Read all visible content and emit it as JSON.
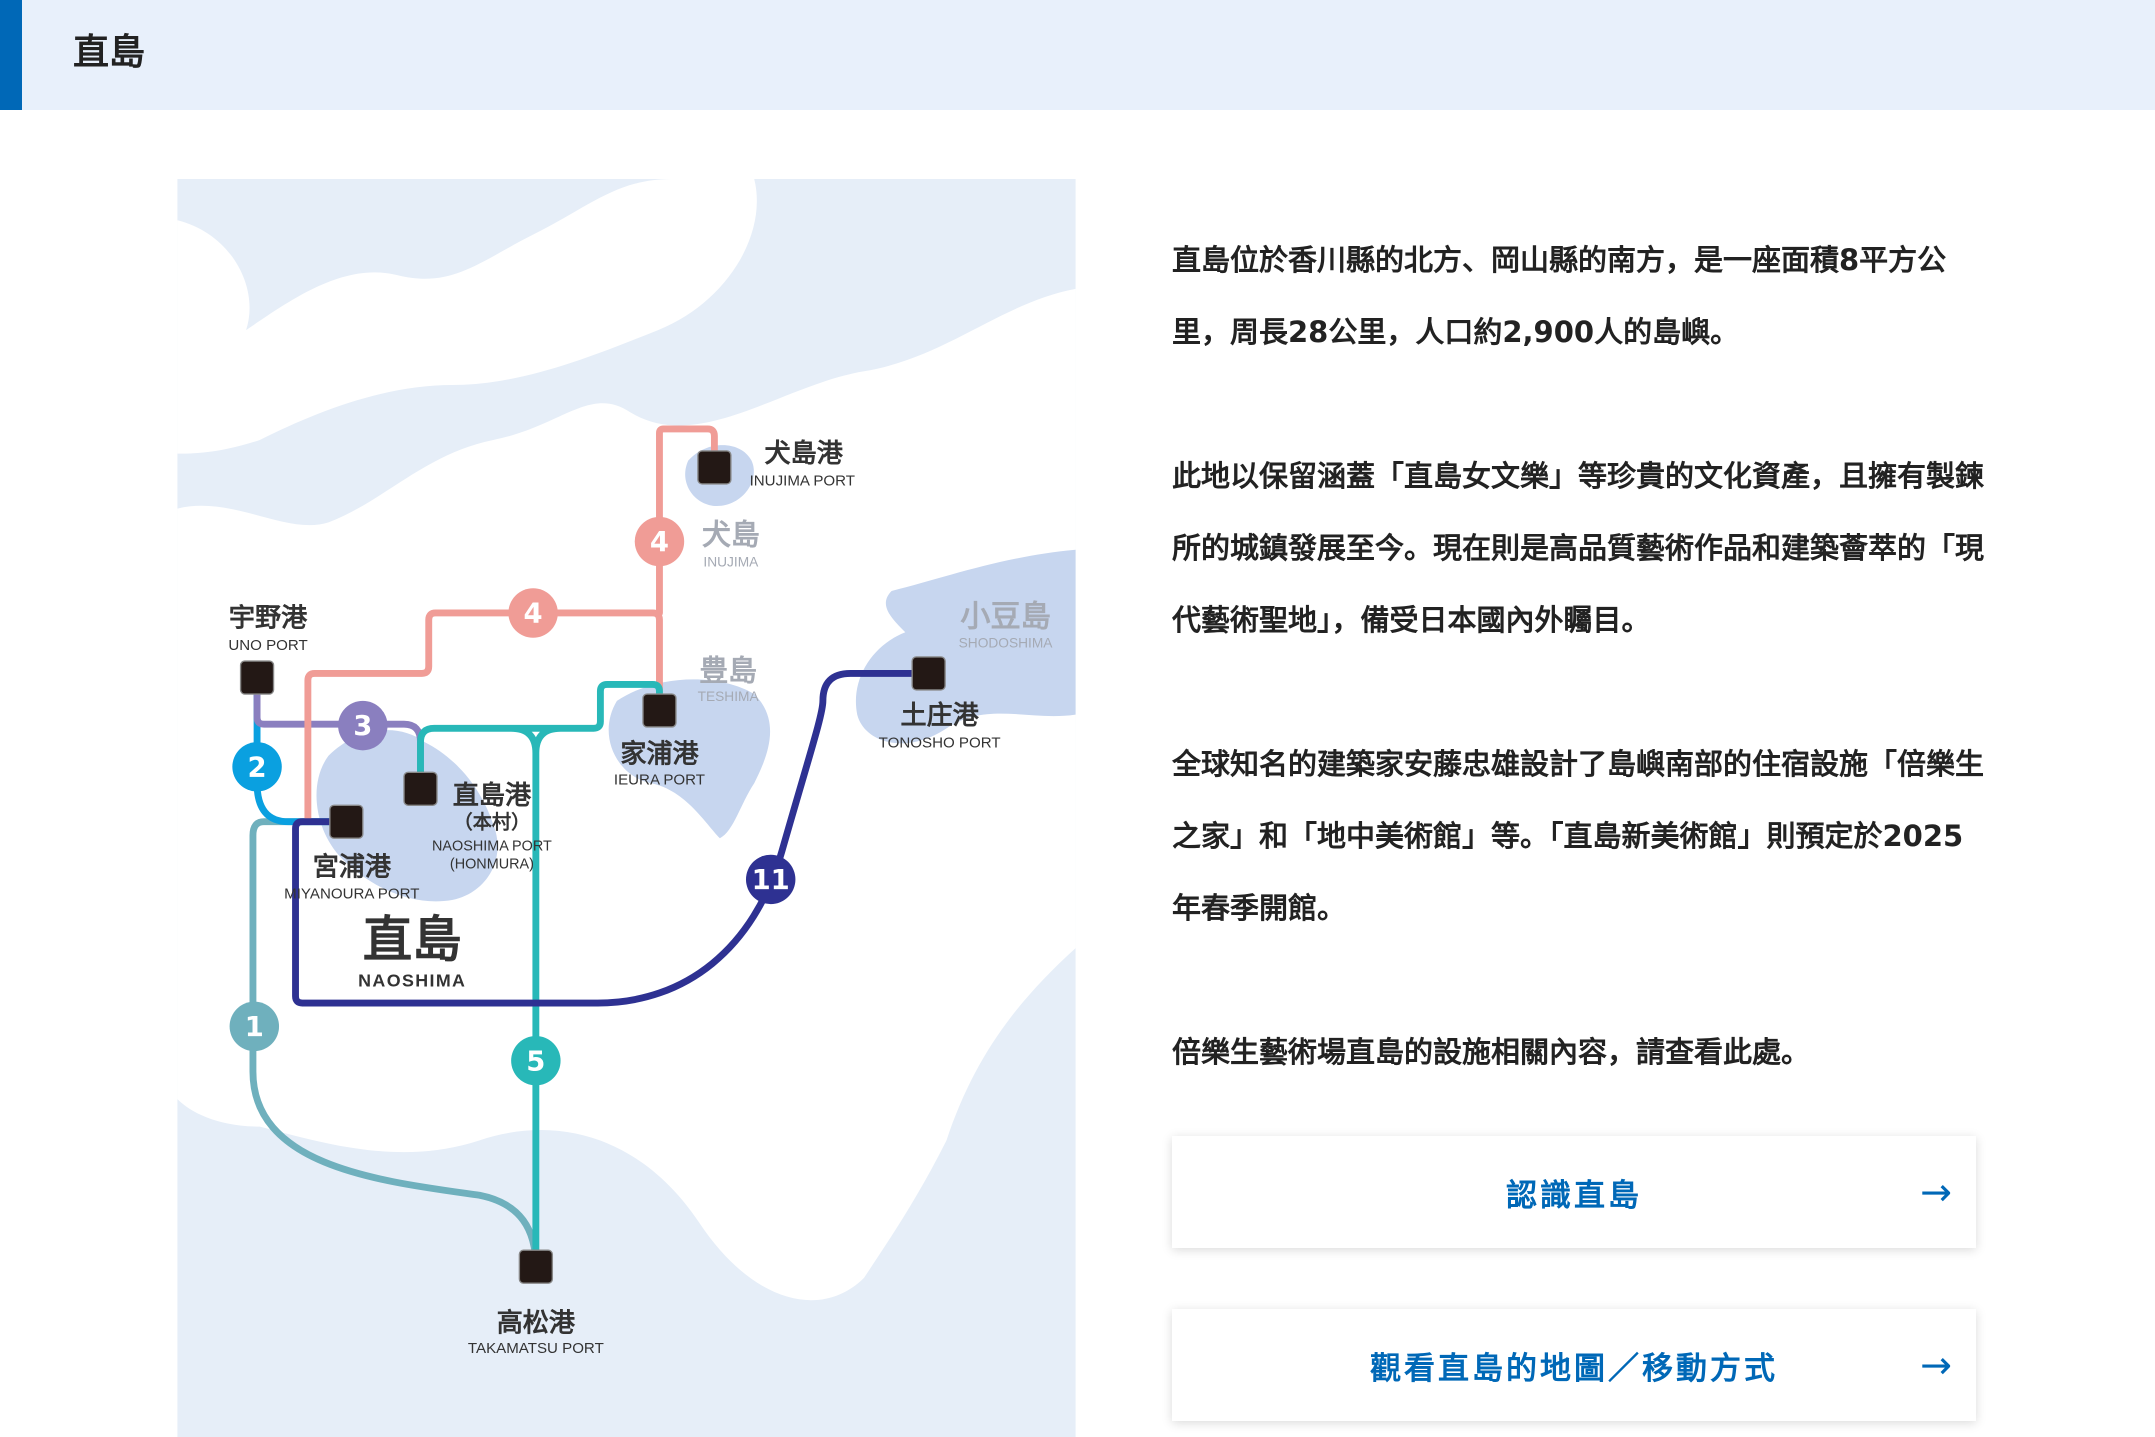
{
  "header": {
    "title": "直島"
  },
  "map": {
    "ports": {
      "inujima": {
        "jp": "犬島港",
        "en": "INUJIMA PORT"
      },
      "uno": {
        "jp": "宇野港",
        "en": "UNO PORT"
      },
      "tonosho": {
        "jp": "土庄港",
        "en": "TONOSHO PORT"
      },
      "ieura": {
        "jp": "家浦港",
        "en": "IEURA PORT"
      },
      "honmura": {
        "jp": "直島港",
        "jp_sub": "（本村）",
        "en": "NAOSHIMA PORT",
        "en_sub": "(HONMURA)"
      },
      "miyanoura": {
        "jp": "宮浦港",
        "en": "MIYANOURA PORT"
      },
      "takamatsu": {
        "jp": "高松港",
        "en": "TAKAMATSU PORT"
      }
    },
    "islands": {
      "inujima": {
        "jp": "犬島",
        "en": "INUJIMA"
      },
      "teshima": {
        "jp": "豊島",
        "en": "TESHIMA"
      },
      "shodoshima": {
        "jp": "小豆島",
        "en": "SHODOSHIMA"
      },
      "naoshima": {
        "jp": "直島",
        "en": "NAOSHIMA"
      }
    },
    "routes": [
      {
        "number": "1",
        "color": "#6fb0bd"
      },
      {
        "number": "2",
        "color": "#0aa0e0"
      },
      {
        "number": "3",
        "color": "#8a7fbf"
      },
      {
        "number": "4",
        "color": "#f09c96"
      },
      {
        "number": "5",
        "color": "#28b8b8"
      },
      {
        "number": "11",
        "color": "#2e3192"
      }
    ]
  },
  "description": {
    "p1": "直島位於香川縣的北方、岡山縣的南方，是一座面積8平方公里，周長28公里，人口約2,900人的島嶼。",
    "p2": "此地以保留涵蓋「直島女文樂」等珍貴的文化資產，且擁有製鍊所的城鎮發展至今。現在則是高品質藝術作品和建築薈萃的「現代藝術聖地」，備受日本國內外矚目。",
    "p3": "全球知名的建築家安藤忠雄設計了島嶼南部的住宿設施「倍樂生之家」和「地中美術館」等。「直島新美術館」則預定於2025年春季開館。",
    "p4": "倍樂生藝術場直島的設施相關內容，請查看此處。"
  },
  "buttons": {
    "about": "認識直島",
    "map_access": "觀看直島的地圖／移動方式",
    "arrow": "→"
  }
}
